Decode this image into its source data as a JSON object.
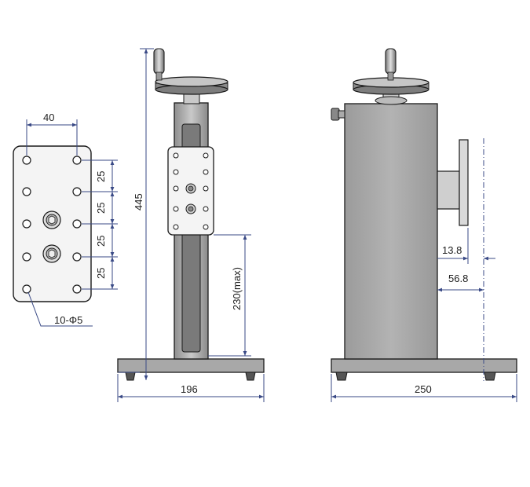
{
  "dimensions": {
    "plate_hole_spacing_width": "40",
    "hole_pitch_1": "25",
    "hole_pitch_2": "25",
    "hole_pitch_3": "25",
    "hole_pitch_4": "25",
    "holes_callout": "10-Φ5",
    "total_height": "445",
    "travel_max": "230(max)",
    "base_width_front": "196",
    "offset_small": "13.8",
    "offset_large": "56.8",
    "base_width_side": "250"
  },
  "colors": {
    "line": "#1a1a1a",
    "dimension": "#3a4a86",
    "plate_fill": "#f4f4f4",
    "column_fill": "#b9b9b9",
    "body_fill": "#a6a6a6"
  }
}
